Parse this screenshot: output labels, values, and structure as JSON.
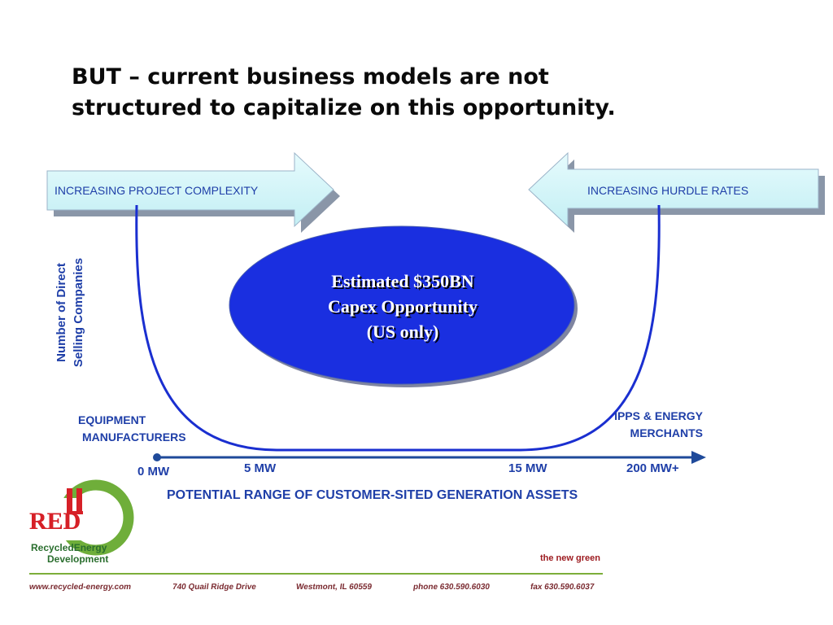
{
  "title": {
    "line1": "BUT – current business models are not",
    "line2": "structured to capitalize on this opportunity."
  },
  "arrows": {
    "left": "INCREASING PROJECT COMPLEXITY",
    "right": "INCREASING HURDLE RATES"
  },
  "ellipse": {
    "line1": "Estimated $350BN",
    "line2": "Capex Opportunity",
    "line3": "(US only)"
  },
  "y_axis": {
    "line1": "Number of Direct",
    "line2": "Selling Companies"
  },
  "left_group": {
    "line1": "EQUIPMENT",
    "line2": "MANUFACTURERS"
  },
  "right_group": {
    "line1": "IPPS & ENERGY",
    "line2": "MERCHANTS"
  },
  "x_ticks": [
    "0 MW",
    "5 MW",
    "15 MW",
    "200 MW+"
  ],
  "x_axis_label": "POTENTIAL RANGE OF CUSTOMER-SITED GENERATION ASSETS",
  "logo": {
    "mark": "RED",
    "name_line1": "RecycledEnergy",
    "name_line2": "Development"
  },
  "tagline": "the new green",
  "footer": {
    "website": "www.recycled-energy.com",
    "address": "740 Quail Ridge Drive",
    "city": "Westmont, IL 60559",
    "phone": "phone 630.590.6030",
    "fax": "fax 630.590.6037"
  },
  "colors": {
    "diagram_blue": "#1f3fa8",
    "ellipse_fill": "#1a2fe0",
    "arrow_fill": "#cdf4f7",
    "logo_red": "#d62027",
    "logo_green": "#6fae3a"
  }
}
